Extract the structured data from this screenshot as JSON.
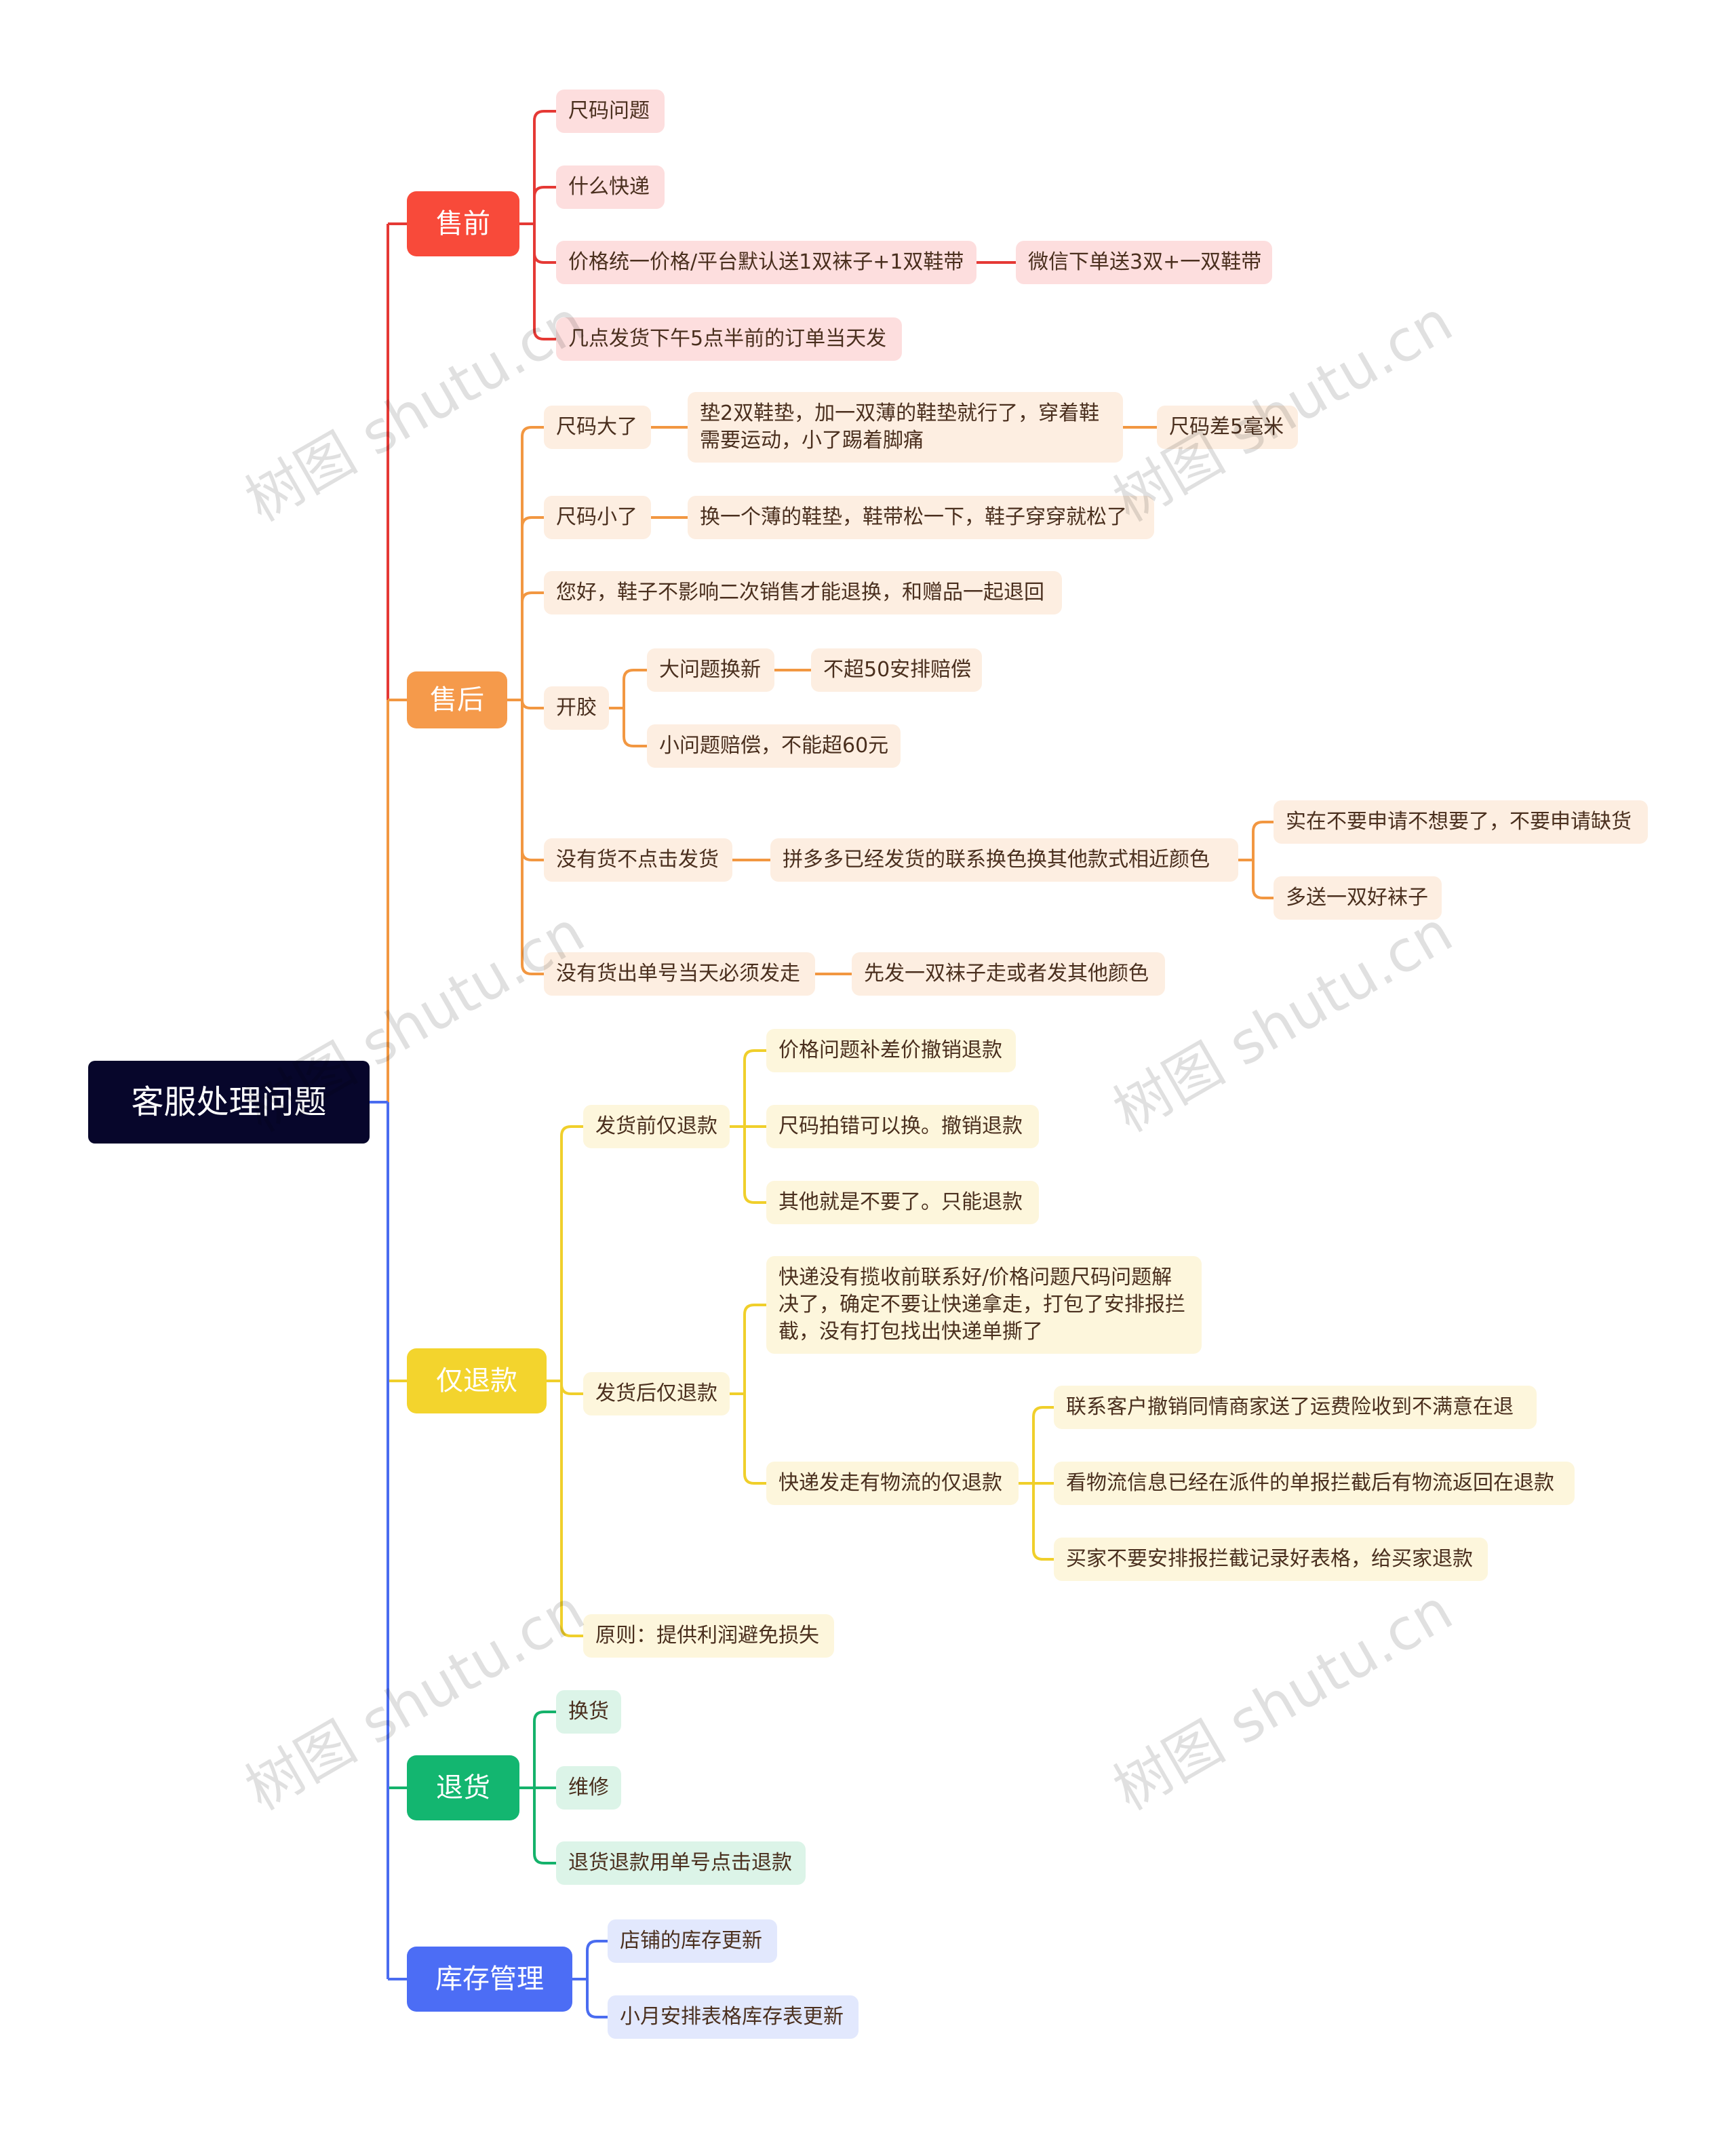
{
  "root": {
    "label": "客服处理问题"
  },
  "branches": [
    {
      "label": "售前",
      "color": "#e53935",
      "node_bg": "#f84a3a",
      "child_bg": "#fddede",
      "children": [
        {
          "label": "尺码问题"
        },
        {
          "label": "什么快递"
        },
        {
          "label": "价格统一价格/平台默认送1双袜子+1双鞋带",
          "children": [
            {
              "label": "微信下单送3双+一双鞋带"
            }
          ]
        },
        {
          "label": "几点发货下午5点半前的订单当天发"
        }
      ]
    },
    {
      "label": "售后",
      "color": "#f29741",
      "node_bg": "#f59a4b",
      "child_bg": "#fdeee1",
      "children": [
        {
          "label": "尺码大了",
          "children": [
            {
              "label": "垫2双鞋垫，加一双薄的鞋垫就行了，穿着鞋需要运动，小了踢着脚痛",
              "children": [
                {
                  "label": "尺码差5毫米"
                }
              ]
            }
          ]
        },
        {
          "label": "尺码小了",
          "children": [
            {
              "label": "换一个薄的鞋垫，鞋带松一下，鞋子穿穿就松了"
            }
          ]
        },
        {
          "label": "您好，鞋子不影响二次销售才能退换，和赠品一起退回"
        },
        {
          "label": "开胶",
          "children": [
            {
              "label": "大问题换新",
              "children": [
                {
                  "label": "不超50安排赔偿"
                }
              ]
            },
            {
              "label": "小问题赔偿，不能超60元"
            }
          ]
        },
        {
          "label": "没有货不点击发货",
          "children": [
            {
              "label": "拼多多已经发货的联系换色换其他款式相近颜色",
              "children": [
                {
                  "label": "实在不要申请不想要了，不要申请缺货"
                },
                {
                  "label": "多送一双好袜子"
                }
              ]
            }
          ]
        },
        {
          "label": "没有货出单号当天必须发走",
          "children": [
            {
              "label": "先发一双袜子走或者发其他颜色"
            }
          ]
        }
      ]
    },
    {
      "label": "仅退款",
      "color": "#f0cf2b",
      "node_bg": "#f3d42d",
      "child_bg": "#fdf6dc",
      "children": [
        {
          "label": "发货前仅退款",
          "children": [
            {
              "label": "价格问题补差价撤销退款"
            },
            {
              "label": "尺码拍错可以换。撤销退款"
            },
            {
              "label": "其他就是不要了。只能退款"
            }
          ]
        },
        {
          "label": "发货后仅退款",
          "children": [
            {
              "label": "快递没有揽收前联系好/价格问题尺码问题解决了，确定不要让快递拿走，打包了安排报拦截，没有打包找出快递单撕了"
            },
            {
              "label": "快递发走有物流的仅退款",
              "children": [
                {
                  "label": "联系客户撤销同情商家送了运费险收到不满意在退"
                },
                {
                  "label": "看物流信息已经在派件的单报拦截后有物流返回在退款"
                },
                {
                  "label": "买家不要安排报拦截记录好表格，给买家退款"
                }
              ]
            }
          ]
        },
        {
          "label": "原则：提供利润避免损失"
        }
      ]
    },
    {
      "label": "退货",
      "color": "#15b26b",
      "node_bg": "#13b670",
      "child_bg": "#dcf4e8",
      "children": [
        {
          "label": "换货"
        },
        {
          "label": "维修"
        },
        {
          "label": "退货退款用单号点击退款"
        }
      ]
    },
    {
      "label": "库存管理",
      "color": "#4a6cf0",
      "node_bg": "#4c6df5",
      "child_bg": "#e2e8fd",
      "children": [
        {
          "label": "店铺的库存更新"
        },
        {
          "label": "小月安排表格库存表更新"
        }
      ]
    }
  ],
  "root_line_color": "#4a6cf0",
  "watermarks": [
    "树图 shutu.cn",
    "树图 shutu.cn",
    "树图 shutu.cn",
    "树图 shutu.cn",
    "树图 shutu.cn",
    "树图 shutu.cn"
  ]
}
